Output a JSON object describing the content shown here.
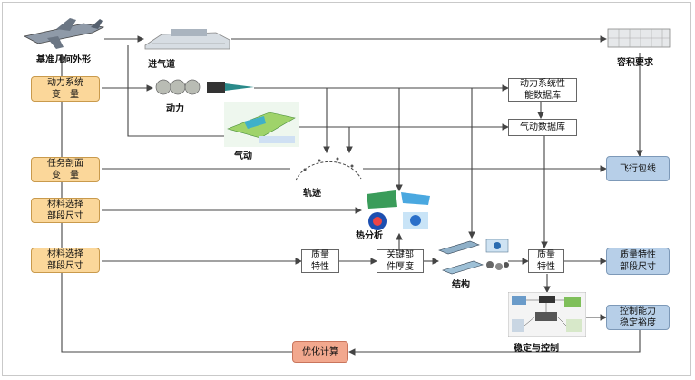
{
  "nodes": {
    "baseline_shape": "基准几何外形",
    "inlet": "进气道",
    "volume_req": "容积要求",
    "power_var": "动力系统\n变　量",
    "power": "动力",
    "power_db": "动力系统性\n能数据库",
    "aero": "气动",
    "aero_db": "气动数据库",
    "mission": "任务剖面\n变　量",
    "trajectory": "轨迹",
    "flight_envelope": "飞行包线",
    "material1": "材料选择\n部段尺寸",
    "thermal": "热分析",
    "material2": "材料选择\n部段尺寸",
    "mass_prop": "质量\n特性",
    "key_thickness": "关键部\n件厚度",
    "structure": "结构",
    "mass_prop2": "质量\n特性",
    "mass_size": "质量特性\n部段尺寸",
    "control_margin": "控制能力\n稳定裕度",
    "stability": "稳定与控制",
    "optimize": "优化计算"
  },
  "colors": {
    "input_box": "#fbd79a",
    "output_box": "#b7cfe8",
    "optimize_box": "#f2a88e",
    "wire": "#444444"
  }
}
